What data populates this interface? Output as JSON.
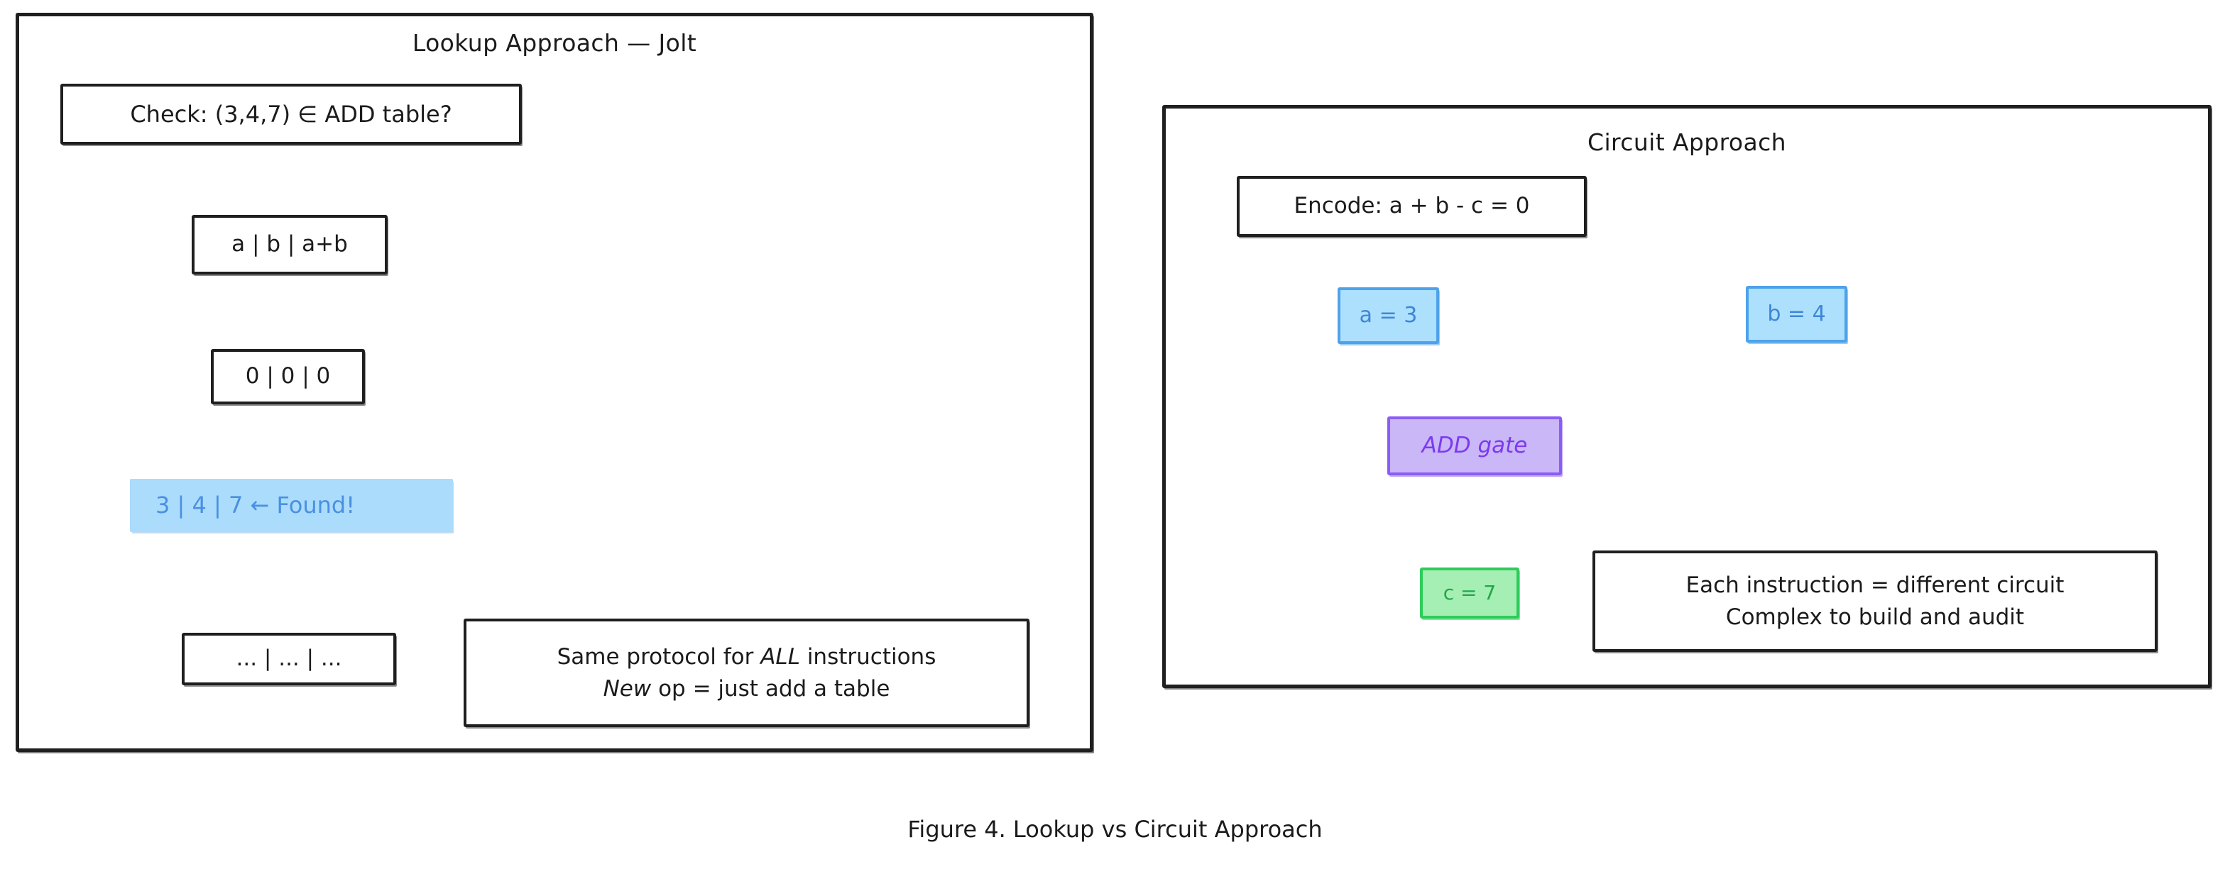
{
  "left_panel": {
    "title": "Lookup Approach — Jolt",
    "nodes": {
      "check": "Check: (3,4,7) ∈ ADD table?",
      "table_header": "a | b | a+b",
      "row_zeros": "0 | 0 | 0",
      "row_found": "3 | 4 | 7  ← Found!",
      "row_dots": "... | ... | ..."
    },
    "note": {
      "line1_pre": "Same protocol for ",
      "line1_em": "ALL",
      "line1_post": " instructions",
      "line2_em": "New",
      "line2_post": " op = just add a table"
    }
  },
  "right_panel": {
    "title": "Circuit Approach",
    "nodes": {
      "encode": "Encode: a + b - c = 0",
      "input_a": "a = 3",
      "input_b": "b = 4",
      "gate": "ADD gate",
      "output_c": "c = 7"
    },
    "note": {
      "line1": "Each instruction = different circuit",
      "line2": "Complex to build and audit"
    }
  },
  "caption": "Figure 4. Lookup vs Circuit Approach",
  "colors": {
    "stroke": "#1f1f1f",
    "blue_fill": "#ace0fd",
    "blue_border": "#4ea2ea",
    "blue_text": "#3f86d6",
    "highlight_fill": "#abdcfb",
    "highlight_text": "#4a90e2",
    "purple_fill": "#c9b7f7",
    "purple_border": "#8b5cf6",
    "purple_text": "#7c3aed",
    "green_fill": "#a5eeb4",
    "green_border": "#2ecc5b",
    "green_text": "#22a64a"
  }
}
